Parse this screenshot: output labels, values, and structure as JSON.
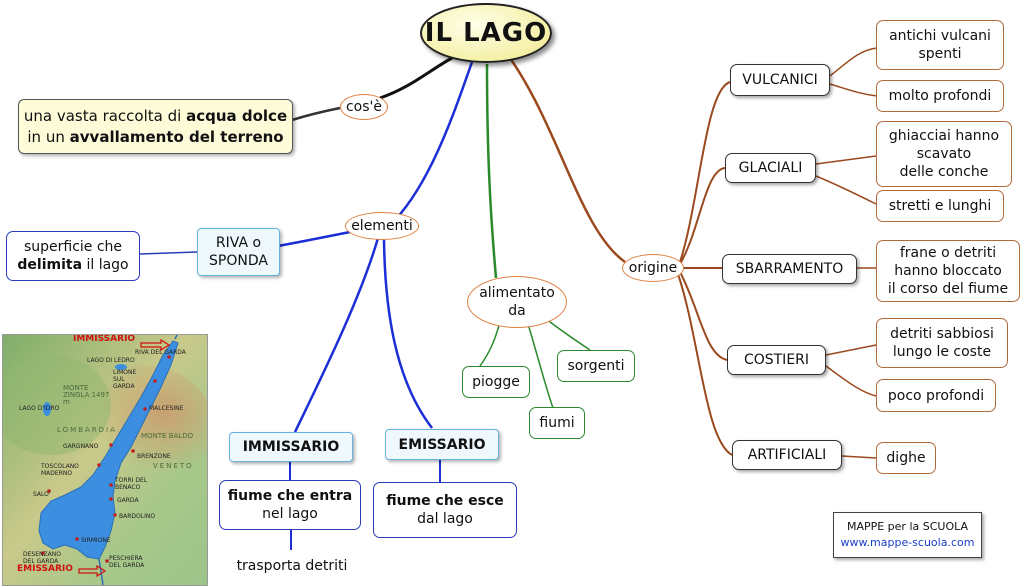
{
  "title": "IL LAGO",
  "definition": {
    "link": "cos'è",
    "parts": [
      "una vasta raccolta di",
      "acqua dolce",
      "in un",
      "avvallamento del terreno"
    ]
  },
  "elements": {
    "link": "elementi",
    "riva": [
      "RIVA o",
      "SPONDA"
    ],
    "riva_desc": [
      "superficie che",
      "delimita",
      "il lago"
    ],
    "immissario": "IMMISSARIO",
    "immissario_desc": [
      "fiume che entra",
      "nel lago"
    ],
    "immissario_note": "trasporta detriti",
    "emissario": "EMISSARIO",
    "emissario_desc": [
      "fiume che esce",
      "dal lago"
    ]
  },
  "feeding": {
    "link": [
      "alimentato",
      "da"
    ],
    "items": [
      "piogge",
      "fiumi",
      "sorgenti"
    ]
  },
  "origin": {
    "link": "origine",
    "types": [
      {
        "name": "VULCANICI",
        "notes": [
          [
            "antichi vulcani",
            "spenti"
          ],
          [
            "molto profondi"
          ]
        ]
      },
      {
        "name": "GLACIALI",
        "notes": [
          [
            "ghiacciai hanno",
            "scavato",
            "delle conche"
          ],
          [
            "stretti e lunghi"
          ]
        ]
      },
      {
        "name": "SBARRAMENTO",
        "notes": [
          [
            "frane o detriti",
            "hanno bloccato",
            "il corso del fiume"
          ]
        ]
      },
      {
        "name": "COSTIERI",
        "notes": [
          [
            "detriti sabbiosi",
            "lungo le coste"
          ],
          [
            "poco profondi"
          ]
        ]
      },
      {
        "name": "ARTIFICIALI",
        "notes": [
          [
            "dighe"
          ]
        ]
      }
    ]
  },
  "map": {
    "labels": {
      "immissario": "IMMISSARIO",
      "emissario": "EMISSARIO",
      "riva": "RIVA DEL GARDA",
      "ledro": "LAGO DI LEDRO",
      "limone": "LIMONE SUL GARDA",
      "zingla": "MONTE ZINGLA 1497 m",
      "idro": "LAGO D'IDRO",
      "malcesine": "MALCESINE",
      "lombardia": "LOMBARDIA",
      "baldo": "MONTE BALDO",
      "gargnano": "GARGNANO",
      "brenzone": "BRENZONE",
      "toscolano": "TOSCOLANO MADERNO",
      "torri": "TORRI DEL BENACO",
      "salo": "SALO'",
      "garda": "GARDA",
      "bardolino": "BARDOLINO",
      "sirmione": "SIRMIONE",
      "desenzano": "DESENZANO DEL GARDA",
      "peschiera": "PESCHIERA DEL GARDA",
      "veneto": "VENETO"
    }
  },
  "credit": {
    "line1": "MAPPE per la SCUOLA",
    "line2": "www.mappe-scuola.com"
  },
  "colors": {
    "brown": "#9a4a1e",
    "blue": "#1c2ed6",
    "green": "#2a8a2a",
    "black": "#111111",
    "title_fill": "#f5f0a8"
  }
}
